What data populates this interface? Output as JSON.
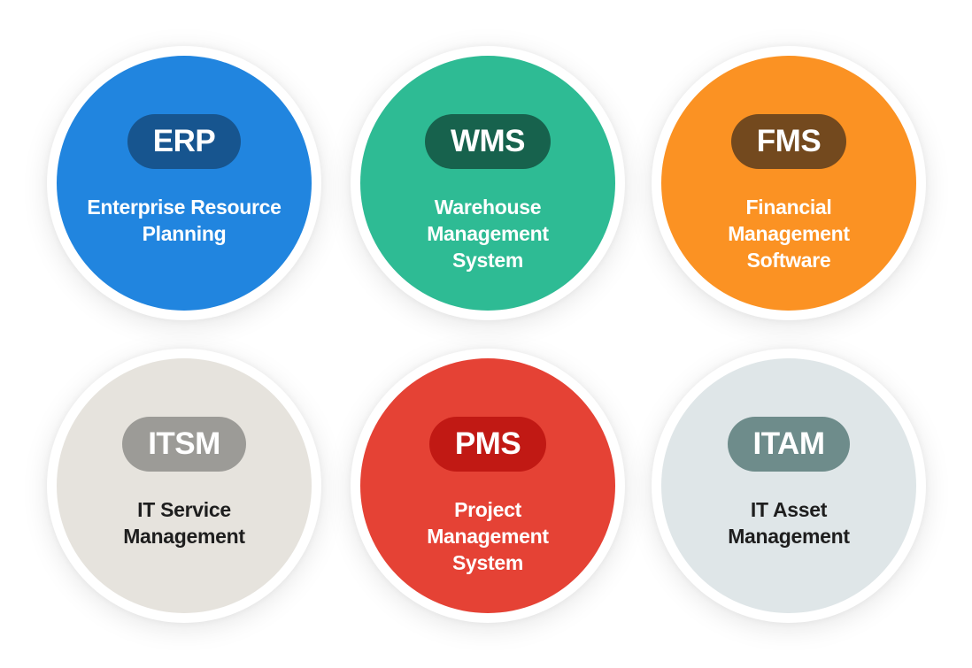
{
  "systems": [
    {
      "abbr": "ERP",
      "name": "Enterprise Resource\nPlanning",
      "circle_color": "#2185DF",
      "pill_color": "#17558F",
      "text_color": "#FFFFFF"
    },
    {
      "abbr": "WMS",
      "name": "Warehouse\nManagement\nSystem",
      "circle_color": "#2EBB94",
      "pill_color": "#17624D",
      "text_color": "#FFFFFF"
    },
    {
      "abbr": "FMS",
      "name": "Financial\nManagement\nSoftware",
      "circle_color": "#FB9223",
      "pill_color": "#73491E",
      "text_color": "#FFFFFF"
    },
    {
      "abbr": "ITSM",
      "name": "IT Service\nManagement",
      "circle_color": "#E6E3DD",
      "pill_color": "#9C9B97",
      "text_color": "#1E1E1E"
    },
    {
      "abbr": "PMS",
      "name": "Project\nManagement\nSystem",
      "circle_color": "#E54235",
      "pill_color": "#C11914",
      "text_color": "#FFFFFF"
    },
    {
      "abbr": "ITAM",
      "name": "IT Asset\nManagement",
      "circle_color": "#DFE6E8",
      "pill_color": "#6E8C8B",
      "text_color": "#1E1E1E"
    }
  ]
}
